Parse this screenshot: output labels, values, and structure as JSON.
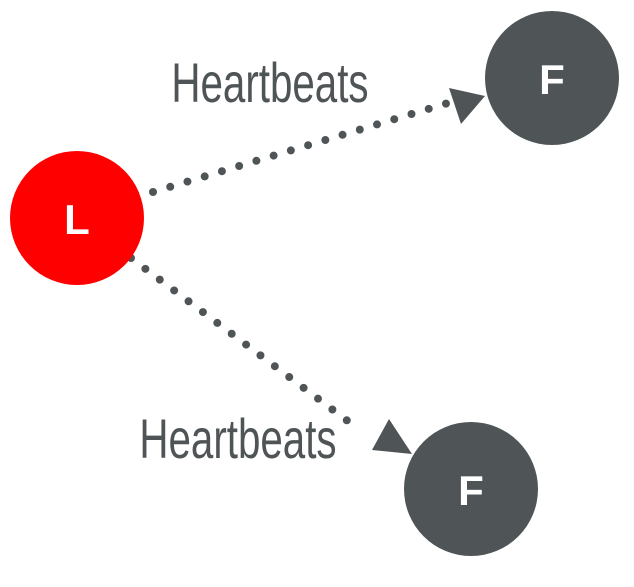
{
  "colors": {
    "leader": "#ff0000",
    "follower": "#4f5456",
    "edge": "#4f5456",
    "label": "#4f5456",
    "background": "#ffffff"
  },
  "nodes": {
    "leader": {
      "label": "L"
    },
    "follower_top": {
      "label": "F"
    },
    "follower_bottom": {
      "label": "F"
    }
  },
  "edges": {
    "to_top": {
      "label": "Heartbeats"
    },
    "to_bottom": {
      "label": "Heartbeats"
    }
  }
}
